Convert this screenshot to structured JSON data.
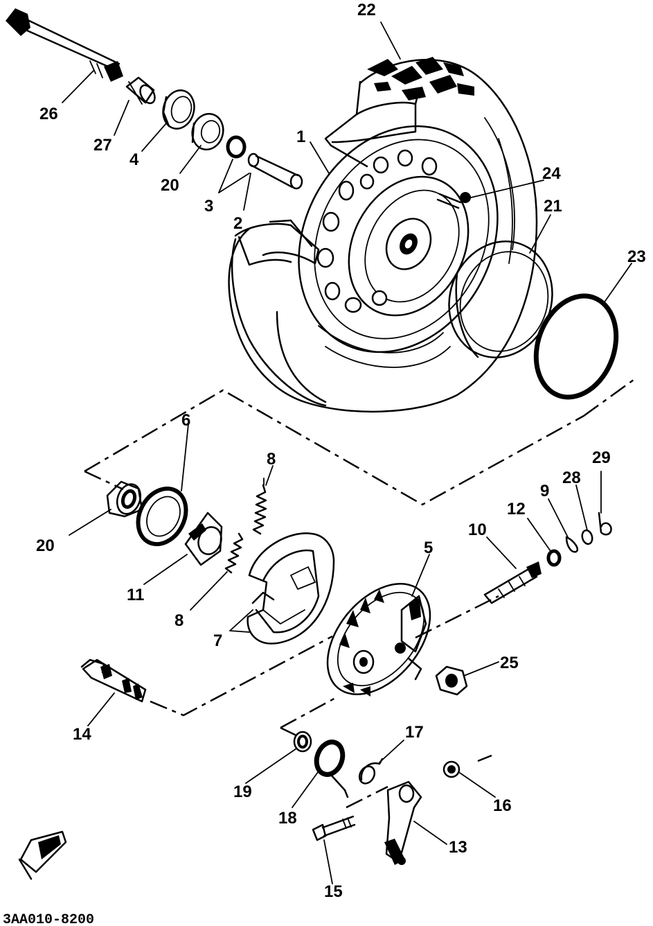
{
  "diagram": {
    "drawing_code": "3AA010-8200",
    "callouts": [
      {
        "id": "c1",
        "label": "1"
      },
      {
        "id": "c2",
        "label": "2"
      },
      {
        "id": "c3",
        "label": "3"
      },
      {
        "id": "c4",
        "label": "4"
      },
      {
        "id": "c5",
        "label": "5"
      },
      {
        "id": "c6",
        "label": "6"
      },
      {
        "id": "c7",
        "label": "7"
      },
      {
        "id": "c8a",
        "label": "8"
      },
      {
        "id": "c8b",
        "label": "8"
      },
      {
        "id": "c9",
        "label": "9"
      },
      {
        "id": "c10",
        "label": "10"
      },
      {
        "id": "c11",
        "label": "11"
      },
      {
        "id": "c12",
        "label": "12"
      },
      {
        "id": "c13",
        "label": "13"
      },
      {
        "id": "c14",
        "label": "14"
      },
      {
        "id": "c15",
        "label": "15"
      },
      {
        "id": "c16",
        "label": "16"
      },
      {
        "id": "c17",
        "label": "17"
      },
      {
        "id": "c18",
        "label": "18"
      },
      {
        "id": "c19",
        "label": "19"
      },
      {
        "id": "c20a",
        "label": "20"
      },
      {
        "id": "c20b",
        "label": "20"
      },
      {
        "id": "c21",
        "label": "21"
      },
      {
        "id": "c22",
        "label": "22"
      },
      {
        "id": "c23",
        "label": "23"
      },
      {
        "id": "c24",
        "label": "24"
      },
      {
        "id": "c25",
        "label": "25"
      },
      {
        "id": "c26",
        "label": "26"
      },
      {
        "id": "c27",
        "label": "27"
      },
      {
        "id": "c28",
        "label": "28"
      },
      {
        "id": "c29",
        "label": "29"
      }
    ]
  }
}
